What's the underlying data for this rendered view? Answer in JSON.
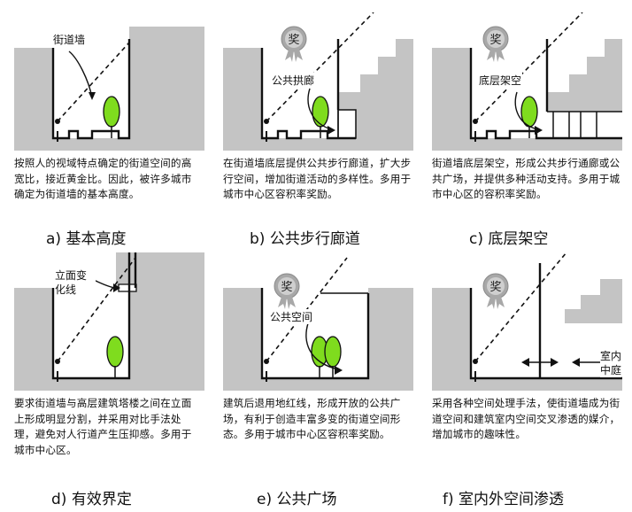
{
  "panels": [
    {
      "id": "a",
      "label": "街道墙",
      "description": "按照人的视域特点确定的街道空间的高宽比，接近黄金比。因此，被许多城市确定为街道墙的基本高度。",
      "caption": "a)  基本高度"
    },
    {
      "id": "b",
      "label": "公共拱廊",
      "description": "在街道墙底层提供公共步行廊道，扩大步行空间，增加街道活动的多样性。多用于城市中心区容积率奖励。",
      "caption": "b)  公共步行廊道"
    },
    {
      "id": "c",
      "label": "底层架空",
      "description": "街道墙底层架空，形成公共步行通廊或公共广场，并提供多种活动支持。多用于城市中心区的容积率奖励。",
      "caption": "c)  底层架空"
    },
    {
      "id": "d",
      "label": "立面变化线",
      "description": "要求街道墙与高层建筑塔楼之间在立面上形成明显分割，并采用对比手法处理，避免对人行道产生压抑感。多用于城市中心区。",
      "caption": "d)  有效界定"
    },
    {
      "id": "e",
      "label": "公共空间",
      "description": "建筑后退用地红线，形成开放的公共广场，有利于创造丰富多变的街道空间形态。多用于城市中心区容积率奖励。",
      "caption": "e)  公共广场"
    },
    {
      "id": "f",
      "label": "室内中庭",
      "description": "采用各种空间处理手法，使街道墙成为街道空间和建筑室内空间交叉渗透的媒介，增加城市的趣味性。",
      "caption": "f)  室内外空间渗透"
    }
  ],
  "award_text": "奖",
  "colors": {
    "gray": "#c4c4c4",
    "tree": "#7fdc1e",
    "line": "#111111"
  }
}
